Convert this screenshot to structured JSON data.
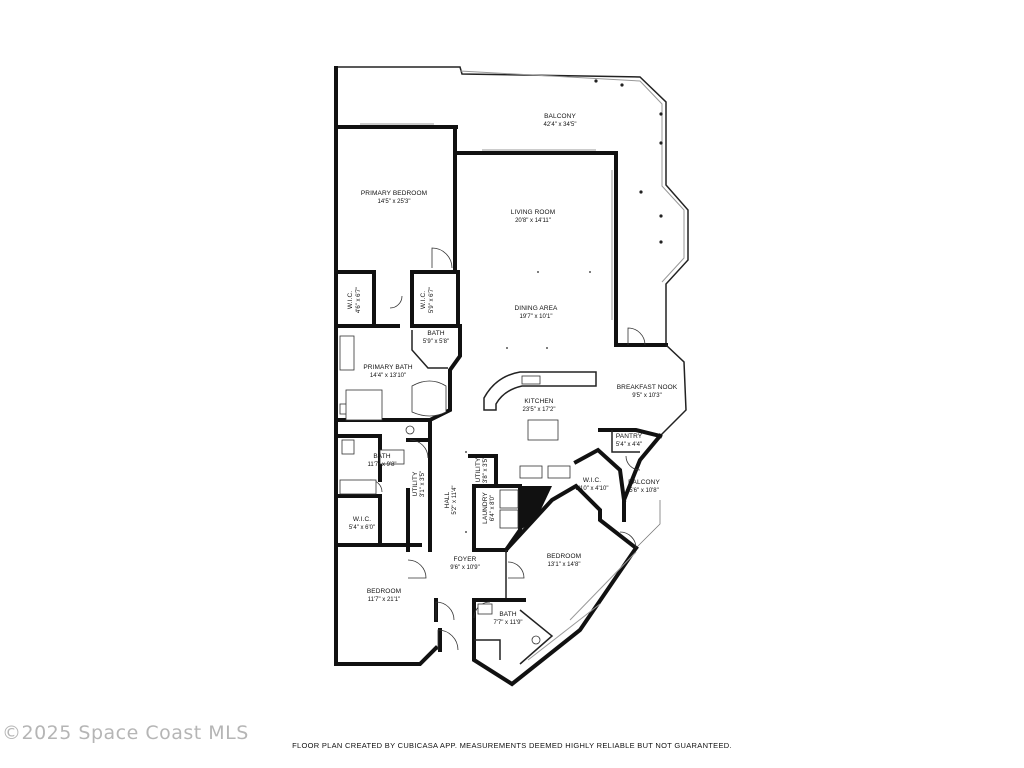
{
  "rooms": [
    {
      "id": "balcony-main",
      "name": "BALCONY",
      "dim": "42'4\" x 34'5\""
    },
    {
      "id": "primary-bedroom",
      "name": "PRIMARY BEDROOM",
      "dim": "14'5\" x 25'3\""
    },
    {
      "id": "living-room",
      "name": "LIVING ROOM",
      "dim": "20'8\" x 14'11\""
    },
    {
      "id": "dining-area",
      "name": "DINING AREA",
      "dim": "19'7\" x 10'1\""
    },
    {
      "id": "wic-left",
      "name": "W.I.C.",
      "dim": "4'6\" x 6'7\""
    },
    {
      "id": "wic-right",
      "name": "W.I.C.",
      "dim": "5'9\" x 6'7\""
    },
    {
      "id": "bath-primary-small",
      "name": "BATH",
      "dim": "5'9\" x 5'8\""
    },
    {
      "id": "primary-bath",
      "name": "PRIMARY BATH",
      "dim": "14'4\" x 13'10\""
    },
    {
      "id": "breakfast-nook",
      "name": "BREAKFAST NOOK",
      "dim": "9'5\" x 10'3\""
    },
    {
      "id": "kitchen",
      "name": "KITCHEN",
      "dim": "23'5\" x 17'2\""
    },
    {
      "id": "pantry",
      "name": "PANTRY",
      "dim": "5'4\" x 4'4\""
    },
    {
      "id": "bath-mid",
      "name": "BATH",
      "dim": "11'7\" x 9'8\""
    },
    {
      "id": "utility-left",
      "name": "UTILITY",
      "dim": "3'1\" x 3'5\""
    },
    {
      "id": "utility-right",
      "name": "UTILITY",
      "dim": "3'8\" x 3'5\""
    },
    {
      "id": "hall",
      "name": "HALL",
      "dim": "5'2\" x 11'4\""
    },
    {
      "id": "laundry",
      "name": "LAUNDRY",
      "dim": "6'4\" x 8'0\""
    },
    {
      "id": "wic-bedroom2",
      "name": "W.I.C.",
      "dim": "5'10\" x 4'10\""
    },
    {
      "id": "balcony-small",
      "name": "BALCONY",
      "dim": "5'6\" x 10'8\""
    },
    {
      "id": "wic-bedroom1",
      "name": "W.I.C.",
      "dim": "5'4\" x 6'0\""
    },
    {
      "id": "foyer",
      "name": "FOYER",
      "dim": "9'6\" x 10'9\""
    },
    {
      "id": "bedroom-2",
      "name": "BEDROOM",
      "dim": "13'1\" x 14'8\""
    },
    {
      "id": "bedroom-1",
      "name": "BEDROOM",
      "dim": "11'7\" x 21'1\""
    },
    {
      "id": "bath-bottom",
      "name": "BATH",
      "dim": "7'7\" x 11'9\""
    }
  ],
  "footer": "FLOOR PLAN CREATED BY CUBICASA APP. MEASUREMENTS DEEMED HIGHLY RELIABLE BUT NOT GUARANTEED.",
  "watermark": "©2025 Space Coast MLS"
}
